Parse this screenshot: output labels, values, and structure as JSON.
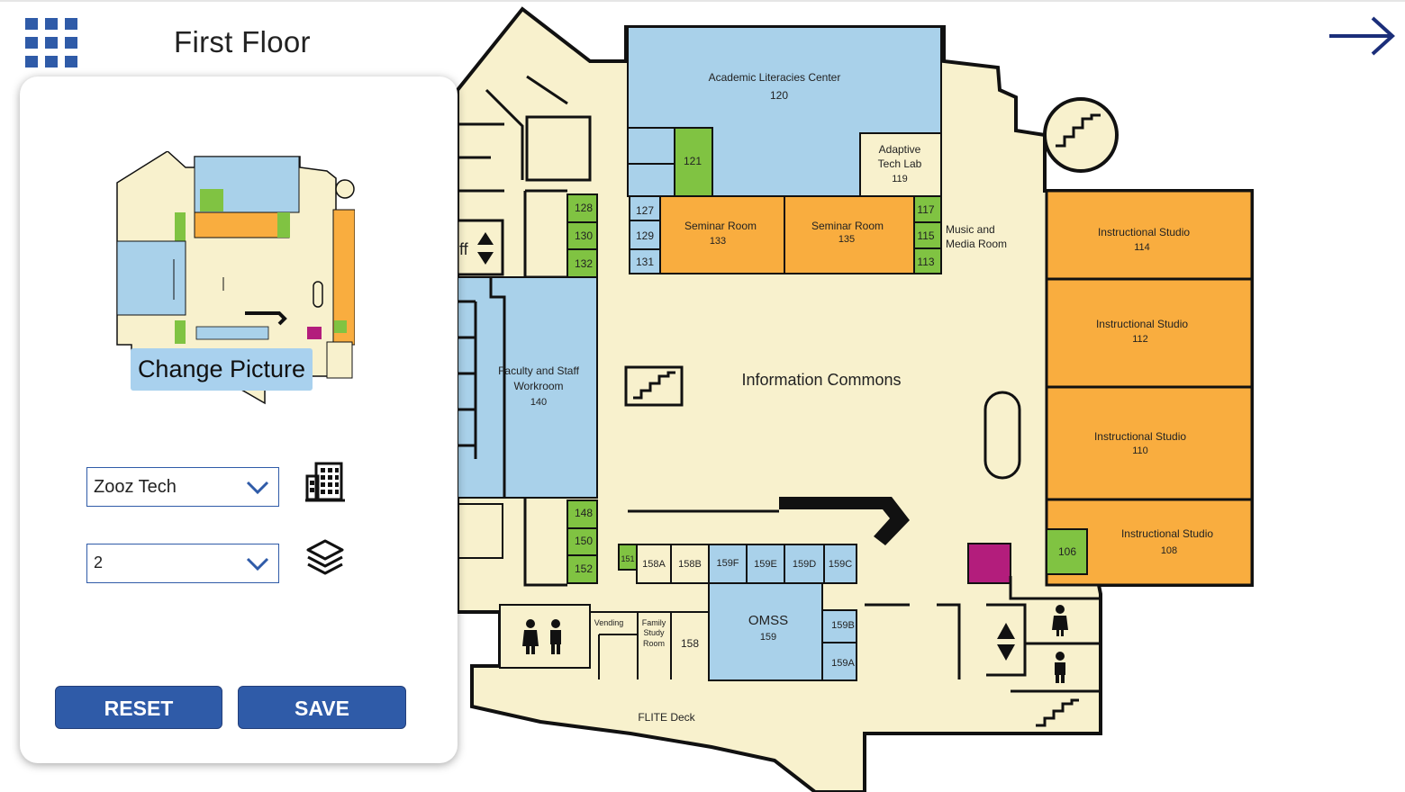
{
  "header": {
    "title": "First Floor"
  },
  "panel": {
    "change_picture_label": "Change Picture",
    "building_select": {
      "value": "Zooz Tech"
    },
    "floor_select": {
      "value": "2"
    },
    "reset_label": "RESET",
    "save_label": "SAVE"
  },
  "map": {
    "rooms": {
      "r120": {
        "name": "Academic Literacies Center",
        "number": "120"
      },
      "r119": {
        "name1": "Adaptive",
        "name2": "Tech Lab",
        "number": "119"
      },
      "r121": "121",
      "r127": "127",
      "r129": "129",
      "r131": "131",
      "r133": {
        "name": "Seminar Room",
        "number": "133"
      },
      "r135": {
        "name": "Seminar Room",
        "number": "135"
      },
      "r117": "117",
      "r115": "115",
      "r113": "113",
      "music": {
        "line1": "Music and",
        "line2": "Media Room"
      },
      "r128": "128",
      "r130": "130",
      "r132": "132",
      "staff_frag": "ff",
      "r140": {
        "line1": "Faculty and Staff",
        "line2": "Workroom",
        "number": "140"
      },
      "commons": "Information Commons",
      "r114": {
        "name": "Instructional Studio",
        "number": "114"
      },
      "r112": {
        "name": "Instructional Studio",
        "number": "112"
      },
      "r110": {
        "name": "Instructional Studio",
        "number": "110"
      },
      "r108": {
        "name": "Instructional Studio",
        "number": "108"
      },
      "r106": "106",
      "r148": "148",
      "r150": "150",
      "r152": "152",
      "r151": "151",
      "r158A": "158A",
      "r158B": "158B",
      "r159F": "159F",
      "r159E": "159E",
      "r159D": "159D",
      "r159C": "159C",
      "vending": "Vending",
      "family": {
        "line1": "Family",
        "line2": "Study",
        "line3": "Room"
      },
      "r158": "158",
      "omss": {
        "name": "OMSS",
        "number": "159"
      },
      "r159B": "159B",
      "r159A": "159A",
      "deck": "FLITE Deck"
    }
  },
  "colors": {
    "accent": "#2f5ba8",
    "floor": "#f8f1cd",
    "blue_room": "#a9d1ea",
    "orange_room": "#f9ad3f",
    "green_room": "#80c342",
    "magenta": "#b31d7c"
  },
  "icons": [
    "waffle-menu-icon",
    "arrow-right-icon",
    "chevron-down-icon",
    "building-icon",
    "layers-icon",
    "stairs-icon",
    "elevator-icon",
    "restroom-icon"
  ]
}
